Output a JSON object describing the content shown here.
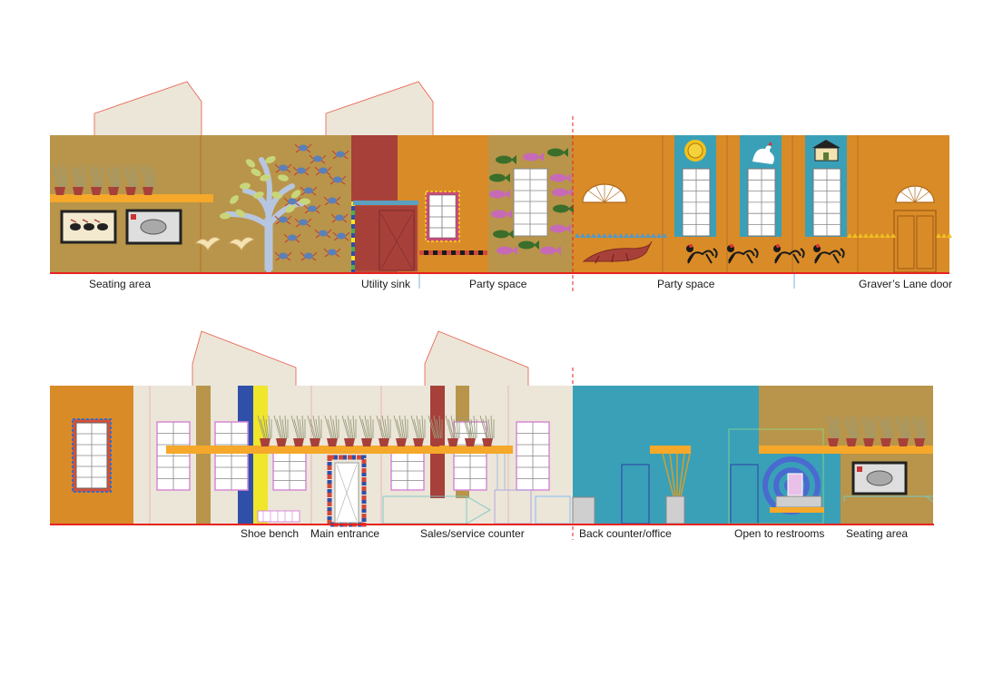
{
  "labels": {
    "upper": [
      "Seating area",
      "Utility sink",
      "Party space",
      "Party space",
      "Graver’s Lane door"
    ],
    "lower": [
      "Shoe bench",
      "Main entrance",
      "Sales/service counter",
      "Back counter/office",
      "Open to restrooms",
      "Seating area"
    ]
  },
  "colors": {
    "olive_wall": "#b8954a",
    "orange_wall": "#d98b28",
    "brick_red": "#a8403a",
    "teal": "#3aa0b8",
    "cream": "#ebe6d8",
    "shelf_yellow": "#f5a82a",
    "floor_line": "#e8231e",
    "roof_outline": "#e85a4a",
    "tree": "#b7c6e0",
    "leaf": "#c8d67a",
    "crab": "#5b7fb8",
    "fish_green": "#3a6e2a",
    "fish_pink": "#c66ab8",
    "blue_band": "#2f4fa8",
    "yellow_band": "#f0e62a"
  },
  "icons": [
    "potted-grass-icon",
    "crab-icon",
    "fish-icon",
    "bird-icon",
    "sun-icon",
    "rooster-icon",
    "house-icon",
    "alligator-icon",
    "monkey-icon",
    "fanlight-window-icon",
    "spiral-icon",
    "framed-picture-icon"
  ]
}
